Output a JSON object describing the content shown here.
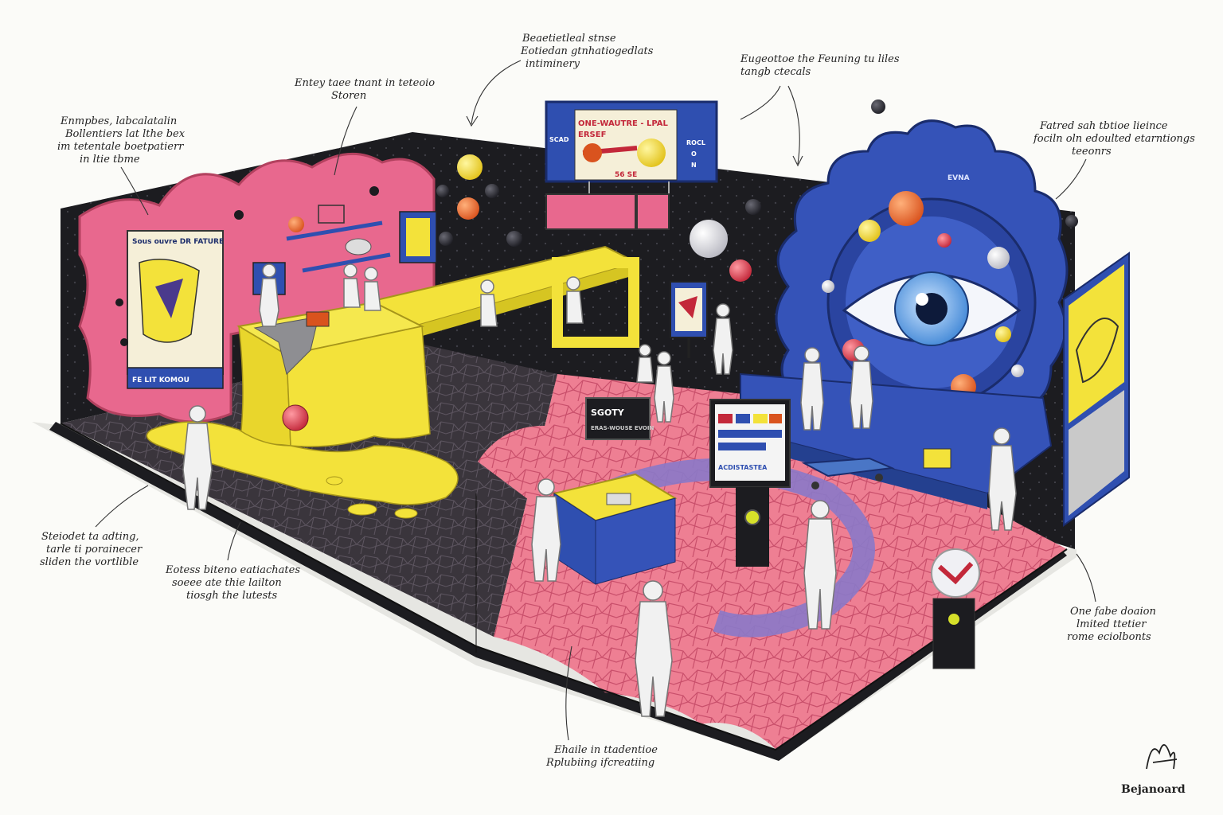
{
  "callouts": {
    "top_left": [
      "Enmpbes, labcalatalin",
      "Bollentiers lat lthe bex",
      "im tetentale boetpatierr",
      "in ltie tbme"
    ],
    "top_center_left": [
      "Entey taee tnant in teteoio",
      "Storen"
    ],
    "top_center": [
      "Beaetietleal stnse",
      "Eotiedan gtnhatiogedlats",
      "intiminery"
    ],
    "top_right": [
      "Eugeottoe the Feuning tu liles",
      "tangb ctecals"
    ],
    "far_right": [
      "Fatred sah tbtioe lieince",
      "fociln oln edoulted etarntiongs",
      "teeonrs"
    ],
    "left_mid": [
      "Steiodet ta adting,",
      "tarle ti porainecer",
      "sliden the vortlible"
    ],
    "bottom_left": [
      "Eotess biteno eatiachates",
      "soeee ate thie lailton",
      "tiosgh the lutests"
    ],
    "bottom_center": [
      "Ehaile in ttadentioe",
      "Rplubiing ifcreatiing"
    ],
    "bottom_right": [
      "One fabe doaion",
      "lmited ttetier",
      "rome eciolbonts"
    ]
  },
  "signs": {
    "scoreboard_line1": "ONE-WAUTRE - LPAL",
    "scoreboard_line2": "ERSEF",
    "scoreboard_left": "SCAD",
    "scoreboard_right_1": "ROCL",
    "scoreboard_right_2": "O",
    "scoreboard_right_3": "N",
    "scoreboard_bottom": "56 SE",
    "left_poster_title": "Sous ouvre DR FATURE",
    "left_poster_bottom": "FE LIT KOMOU",
    "kiosk_title": "SGOTY",
    "kiosk_sub": "ERAS-WOUSE EVOIN",
    "eye_wall_tag": "EVNA",
    "screen_footer": "ACDISTASTEA"
  },
  "signature": "Bejanoard",
  "palette": {
    "pink": "#e8688e",
    "yellow": "#f3e23a",
    "blue": "#2f4fb0",
    "black": "#1c1c20",
    "floor_pink": "#ee7f93"
  }
}
